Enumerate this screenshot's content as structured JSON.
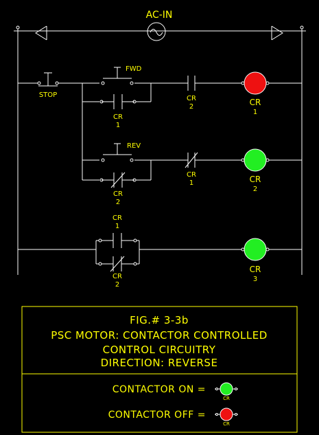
{
  "diagram": {
    "source_label": "AC-IN",
    "rungs": [
      {
        "stop_label": "STOP",
        "fwd_label": "FWD",
        "seal_contact_label": [
          "CR",
          "1"
        ],
        "interlock_label": [
          "CR",
          "2"
        ],
        "coil_label": [
          "CR",
          "1"
        ],
        "coil_state": "off"
      },
      {
        "rev_label": "REV",
        "seal_contact_label": [
          "CR",
          "2"
        ],
        "interlock_label": [
          "CR",
          "1"
        ],
        "coil_label": [
          "CR",
          "2"
        ],
        "coil_state": "on"
      },
      {
        "upper_contact_label": [
          "CR",
          "1"
        ],
        "lower_contact_label": [
          "CR",
          "2"
        ],
        "coil_label": [
          "CR",
          "3"
        ],
        "coil_state": "on"
      }
    ]
  },
  "caption": {
    "line1": "FIG.# 3-3b",
    "line2": "PSC MOTOR: CONTACTOR CONTROLLED",
    "line3": "CONTROL CIRCUITRY",
    "line4": "DIRECTION: REVERSE"
  },
  "legend": {
    "on_text": "CONTACTOR ON =",
    "off_text": "CONTACTOR OFF =",
    "symbol_label": "CR"
  },
  "colors": {
    "wire": "#ffffff",
    "text": "#ffff00",
    "on": "#22ee22",
    "off": "#ee1111",
    "background": "#000000"
  }
}
